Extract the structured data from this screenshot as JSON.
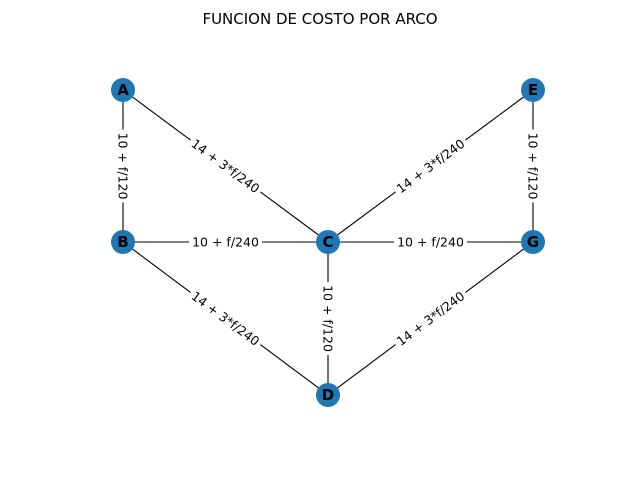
{
  "title": "FUNCION DE COSTO POR ARCO",
  "colors": {
    "node": "#1f77b4",
    "edge": "#000000"
  },
  "nodes": [
    {
      "id": "A",
      "label": "A"
    },
    {
      "id": "B",
      "label": "B"
    },
    {
      "id": "C",
      "label": "C"
    },
    {
      "id": "D",
      "label": "D"
    },
    {
      "id": "E",
      "label": "E"
    },
    {
      "id": "G",
      "label": "G"
    }
  ],
  "edges": [
    {
      "source": "A",
      "target": "B",
      "label": "10 + f/120"
    },
    {
      "source": "A",
      "target": "C",
      "label": "14 + 3*f/240"
    },
    {
      "source": "B",
      "target": "C",
      "label": "10 + f/240"
    },
    {
      "source": "B",
      "target": "D",
      "label": "14 + 3*f/240"
    },
    {
      "source": "C",
      "target": "D",
      "label": "10 + f/120"
    },
    {
      "source": "C",
      "target": "E",
      "label": "14 + 3*f/240"
    },
    {
      "source": "C",
      "target": "G",
      "label": "10 + f/240"
    },
    {
      "source": "D",
      "target": "G",
      "label": "14 + 3*f/240"
    },
    {
      "source": "E",
      "target": "G",
      "label": "10 + f/120"
    }
  ]
}
